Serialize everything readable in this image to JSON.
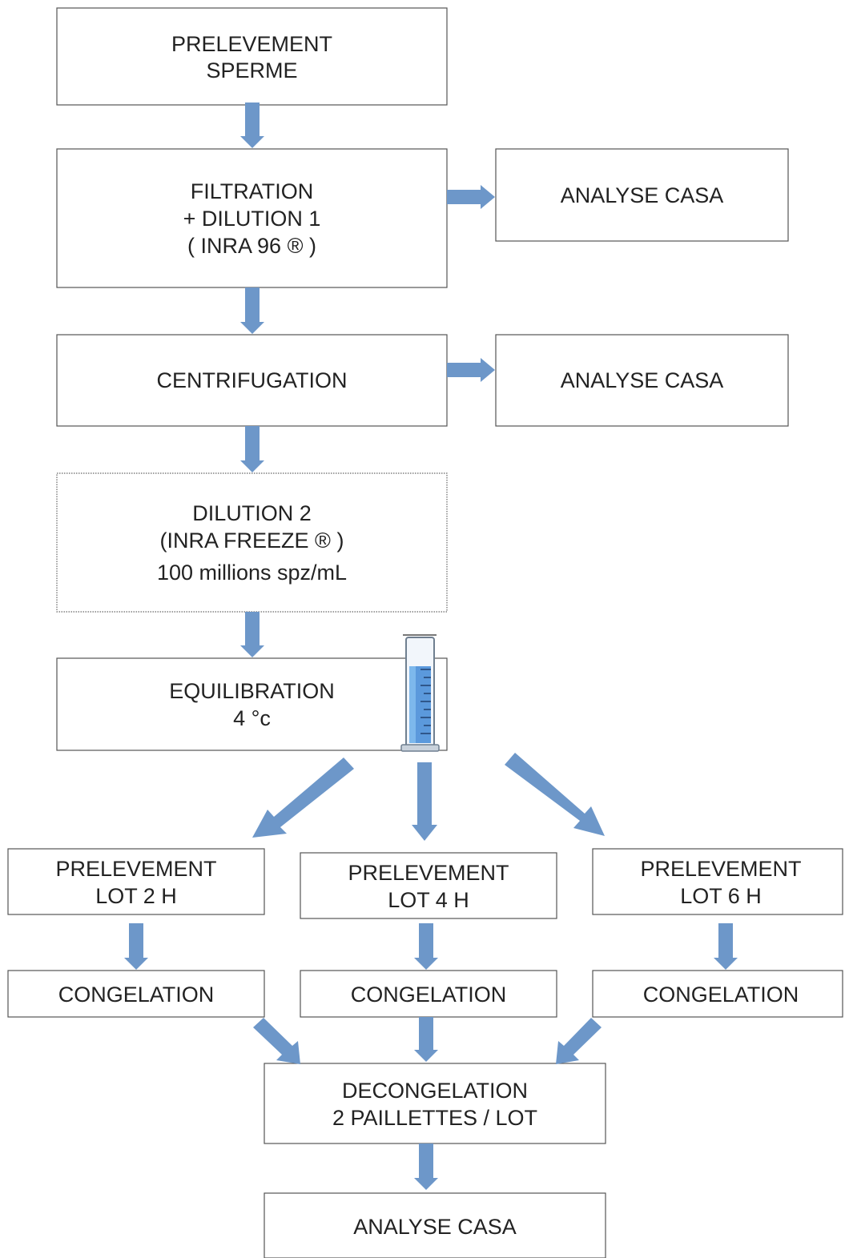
{
  "colors": {
    "arrow": "#6d97c9",
    "box_border": "#555555",
    "text": "#222222",
    "cylinder_liquid": "#4a8fd8"
  },
  "nodes": {
    "prelevement_sperme": [
      "PRELEVEMENT",
      "SPERME"
    ],
    "filtration": [
      "FILTRATION",
      "+ DILUTION 1",
      "( INRA 96 ® )"
    ],
    "analyse_casa_1": [
      "ANALYSE  CASA"
    ],
    "centrifugation": [
      "CENTRIFUGATION"
    ],
    "analyse_casa_2": [
      "ANALYSE  CASA"
    ],
    "dilution2": [
      "DILUTION 2",
      "(INRA FREEZE ® )",
      "100 millions spz/mL"
    ],
    "equilibration": [
      "EQUILIBRATION",
      "4 °c"
    ],
    "prelevement_lot2": [
      "PRELEVEMENT",
      "LOT 2 H"
    ],
    "prelevement_lot4": [
      "PRELEVEMENT",
      "LOT 4 H"
    ],
    "prelevement_lot6": [
      "PRELEVEMENT",
      "LOT 6 H"
    ],
    "congelation_1": [
      "CONGELATION"
    ],
    "congelation_2": [
      "CONGELATION"
    ],
    "congelation_3": [
      "CONGELATION"
    ],
    "decongelation": [
      "DECONGELATION",
      "2 PAILLETTES / LOT"
    ],
    "analyse_casa_final": [
      "ANALYSE  CASA"
    ]
  },
  "edges": [
    [
      "prelevement_sperme",
      "filtration"
    ],
    [
      "filtration",
      "analyse_casa_1"
    ],
    [
      "filtration",
      "centrifugation"
    ],
    [
      "centrifugation",
      "analyse_casa_2"
    ],
    [
      "centrifugation",
      "dilution2"
    ],
    [
      "dilution2",
      "equilibration"
    ],
    [
      "equilibration",
      "prelevement_lot2"
    ],
    [
      "equilibration",
      "prelevement_lot4"
    ],
    [
      "equilibration",
      "prelevement_lot6"
    ],
    [
      "prelevement_lot2",
      "congelation_1"
    ],
    [
      "prelevement_lot4",
      "congelation_2"
    ],
    [
      "prelevement_lot6",
      "congelation_3"
    ],
    [
      "congelation_1",
      "decongelation"
    ],
    [
      "congelation_2",
      "decongelation"
    ],
    [
      "congelation_3",
      "decongelation"
    ],
    [
      "decongelation",
      "analyse_casa_final"
    ]
  ],
  "icons": {
    "equilibration": "graduated-cylinder-icon"
  }
}
